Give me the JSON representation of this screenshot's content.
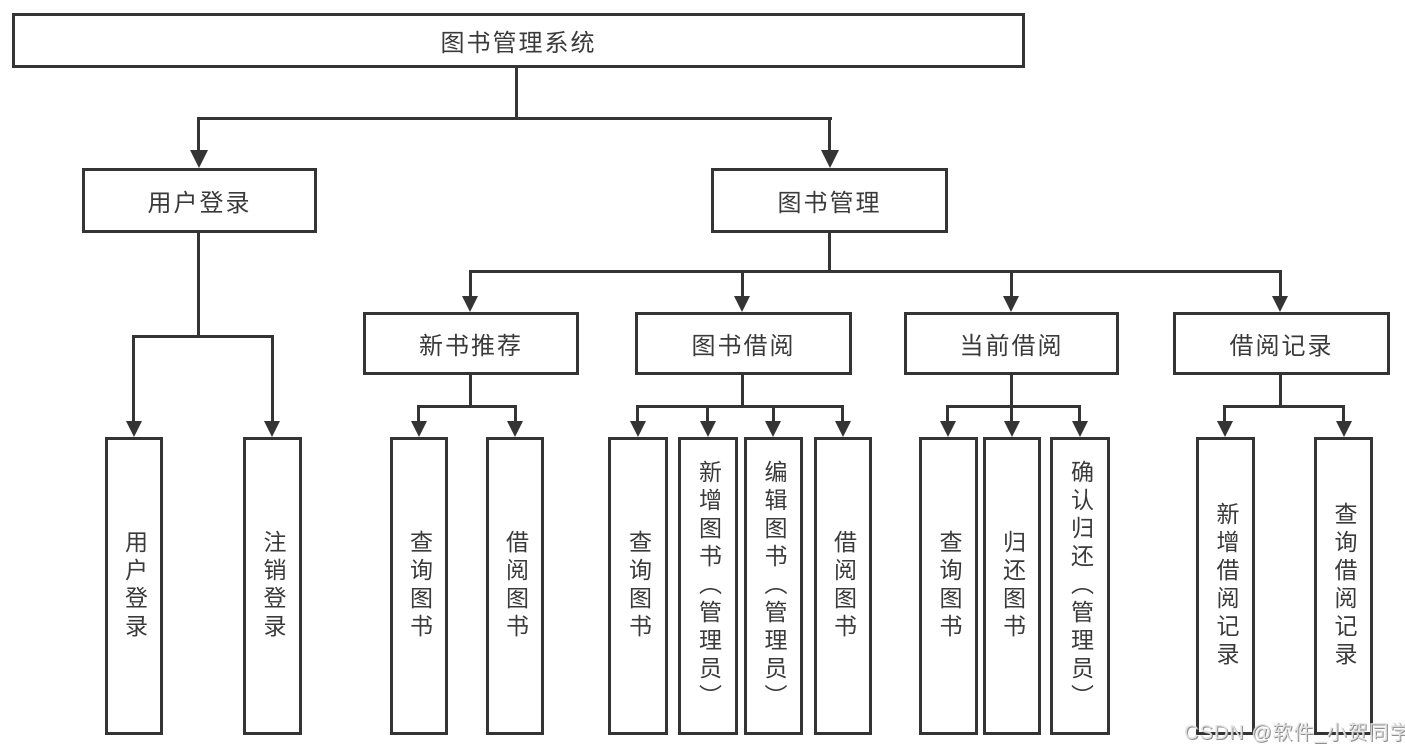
{
  "tree": {
    "label": "图书管理系统",
    "children": [
      {
        "label": "用户登录",
        "children": [
          {
            "label": "用户登录"
          },
          {
            "label": "注销登录"
          }
        ]
      },
      {
        "label": "图书管理",
        "children": [
          {
            "label": "新书推荐",
            "children": [
              {
                "label": "查询图书"
              },
              {
                "label": "借阅图书"
              }
            ]
          },
          {
            "label": "图书借阅",
            "children": [
              {
                "label": "查询图书"
              },
              {
                "label": "新增图书（管理员）"
              },
              {
                "label": "编辑图书（管理员）"
              },
              {
                "label": "借阅图书"
              }
            ]
          },
          {
            "label": "当前借阅",
            "children": [
              {
                "label": "查询图书"
              },
              {
                "label": "归还图书"
              },
              {
                "label": "确认归还（管理员）"
              }
            ]
          },
          {
            "label": "借阅记录",
            "children": [
              {
                "label": "新增借阅记录"
              },
              {
                "label": "查询借阅记录"
              }
            ]
          }
        ]
      }
    ]
  },
  "colors": {
    "line": "#343434",
    "text": "#3a3a3a",
    "background": "#ffffff"
  },
  "watermark": {
    "text": "CSDN @软件_小贺同学"
  }
}
